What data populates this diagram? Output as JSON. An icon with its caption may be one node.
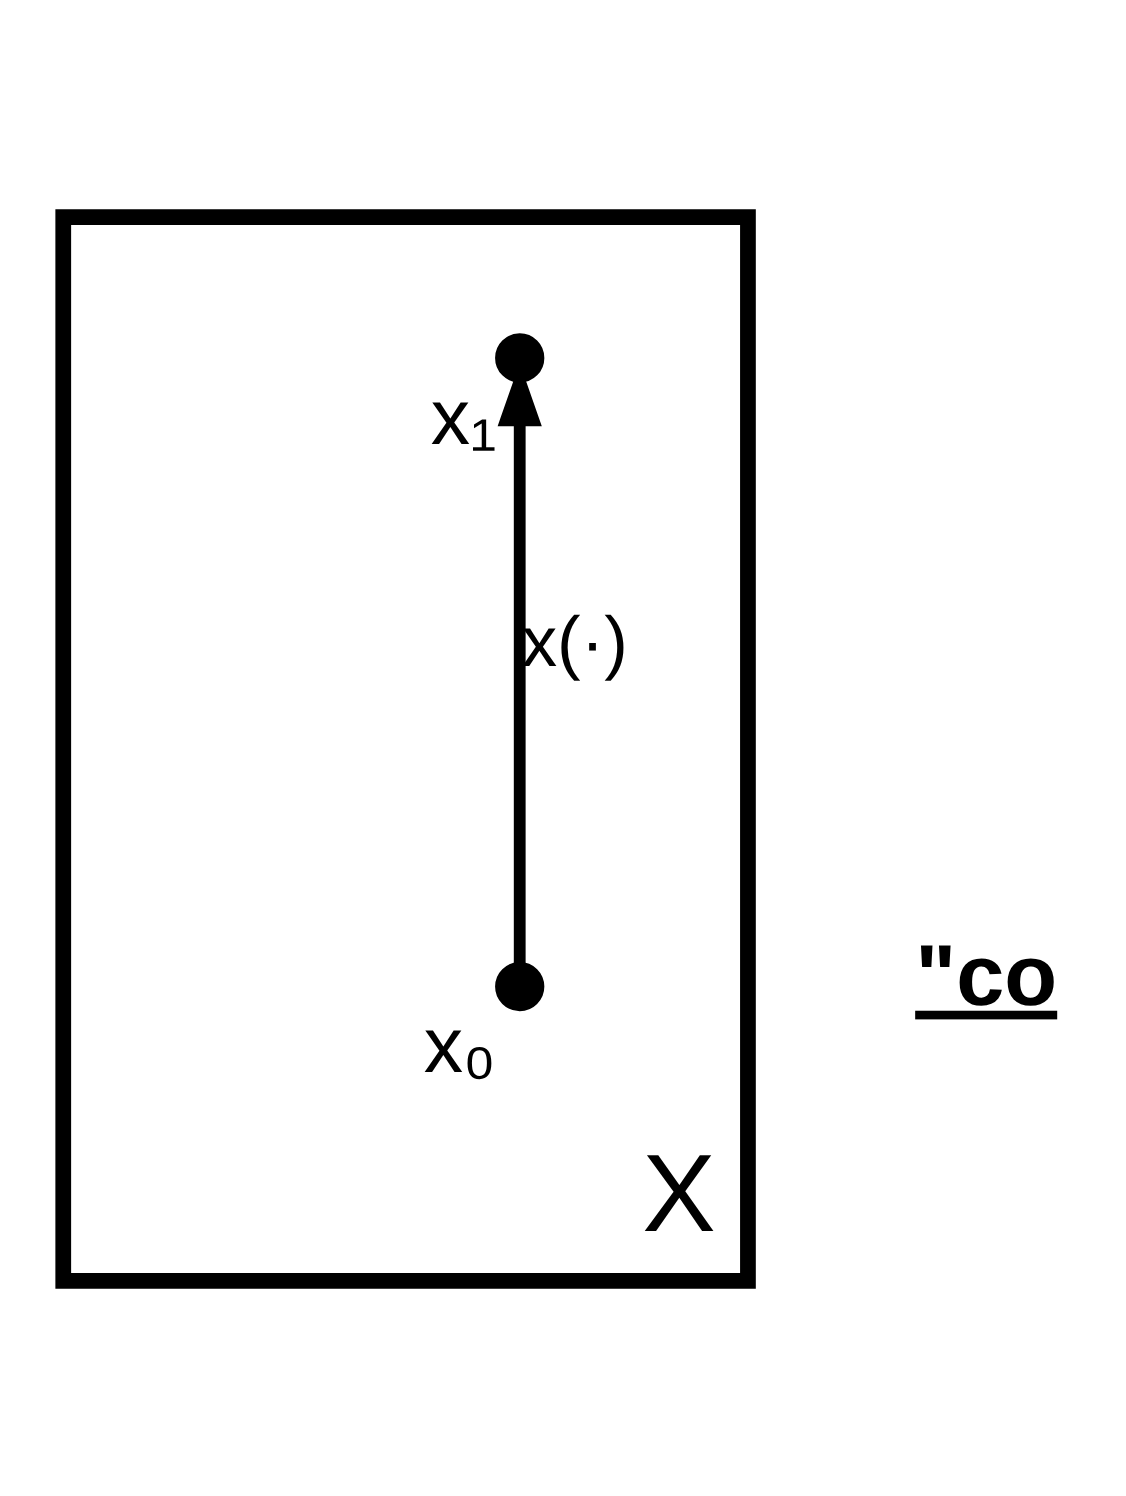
{
  "diagram": {
    "nodes": [
      {
        "text": [
          "X"
        ]
      },
      {
        "text": [],
        "shape": "circle",
        "in": 0,
        "beside": [
          "x₀"
        ]
      },
      {
        "text": [],
        "shape": "circle",
        "in": 0,
        "beside": [
          "x₁"
        ]
      }
    ],
    "edges": [
      {
        "from": 1,
        "to": 2,
        "arrow": "to",
        "label": "x(·)"
      }
    ],
    "labels": [
      "\"co"
    ]
  }
}
